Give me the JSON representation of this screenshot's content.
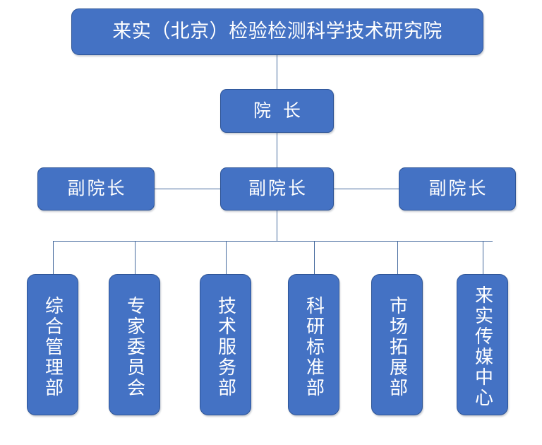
{
  "chart_data": {
    "type": "diagram",
    "diagram_type": "organization-chart",
    "title": "来实（北京）检验检测科学技术研究院",
    "orientation": "top-down",
    "colors": {
      "node_fill": "#4472C4",
      "node_border": "#2E5597",
      "node_text": "#FFFFFF",
      "connector": "#44699D",
      "background": "#FFFFFF"
    },
    "levels": [
      {
        "level": 1,
        "nodes": [
          {
            "id": "root",
            "label": "来实（北京）检验检测科学技术研究院",
            "orientation": "horizontal"
          }
        ]
      },
      {
        "level": 2,
        "nodes": [
          {
            "id": "director",
            "label": "院 长",
            "orientation": "horizontal"
          }
        ]
      },
      {
        "level": 3,
        "nodes": [
          {
            "id": "vice-left",
            "label": "副院长",
            "orientation": "horizontal"
          },
          {
            "id": "vice-center",
            "label": "副院长",
            "orientation": "horizontal"
          },
          {
            "id": "vice-right",
            "label": "副院长",
            "orientation": "horizontal"
          }
        ]
      },
      {
        "level": 4,
        "nodes": [
          {
            "id": "dept-general-management",
            "label": "综合管理部",
            "orientation": "vertical"
          },
          {
            "id": "dept-expert-committee",
            "label": "专家委员会",
            "orientation": "vertical"
          },
          {
            "id": "dept-technical-service",
            "label": "技术服务部",
            "orientation": "vertical"
          },
          {
            "id": "dept-research-standard",
            "label": "科研标准部",
            "orientation": "vertical"
          },
          {
            "id": "dept-market-development",
            "label": "市场拓展部",
            "orientation": "vertical"
          },
          {
            "id": "dept-laishi-media",
            "label": "来实传媒中心",
            "orientation": "vertical"
          }
        ]
      }
    ],
    "edges": [
      {
        "from": "root",
        "to": "director"
      },
      {
        "from": "director",
        "to": "vice-center"
      },
      {
        "from": "vice-center",
        "to": "vice-left"
      },
      {
        "from": "vice-center",
        "to": "vice-right"
      },
      {
        "from": "vice-center",
        "to": "dept-general-management"
      },
      {
        "from": "vice-center",
        "to": "dept-expert-committee"
      },
      {
        "from": "vice-center",
        "to": "dept-technical-service"
      },
      {
        "from": "vice-center",
        "to": "dept-research-standard"
      },
      {
        "from": "vice-center",
        "to": "dept-market-development"
      },
      {
        "from": "vice-center",
        "to": "dept-laishi-media"
      }
    ]
  },
  "org": {
    "root": {
      "label": "来实（北京）检验检测科学技术研究院"
    },
    "director": {
      "label": "院 长"
    },
    "vice_directors": [
      {
        "label": "副院长"
      },
      {
        "label": "副院长"
      },
      {
        "label": "副院长"
      }
    ],
    "departments": [
      {
        "label": "综合管理部"
      },
      {
        "label": "专家委员会"
      },
      {
        "label": "技术服务部"
      },
      {
        "label": "科研标准部"
      },
      {
        "label": "市场拓展部"
      },
      {
        "label": "来实传媒中心"
      }
    ]
  }
}
